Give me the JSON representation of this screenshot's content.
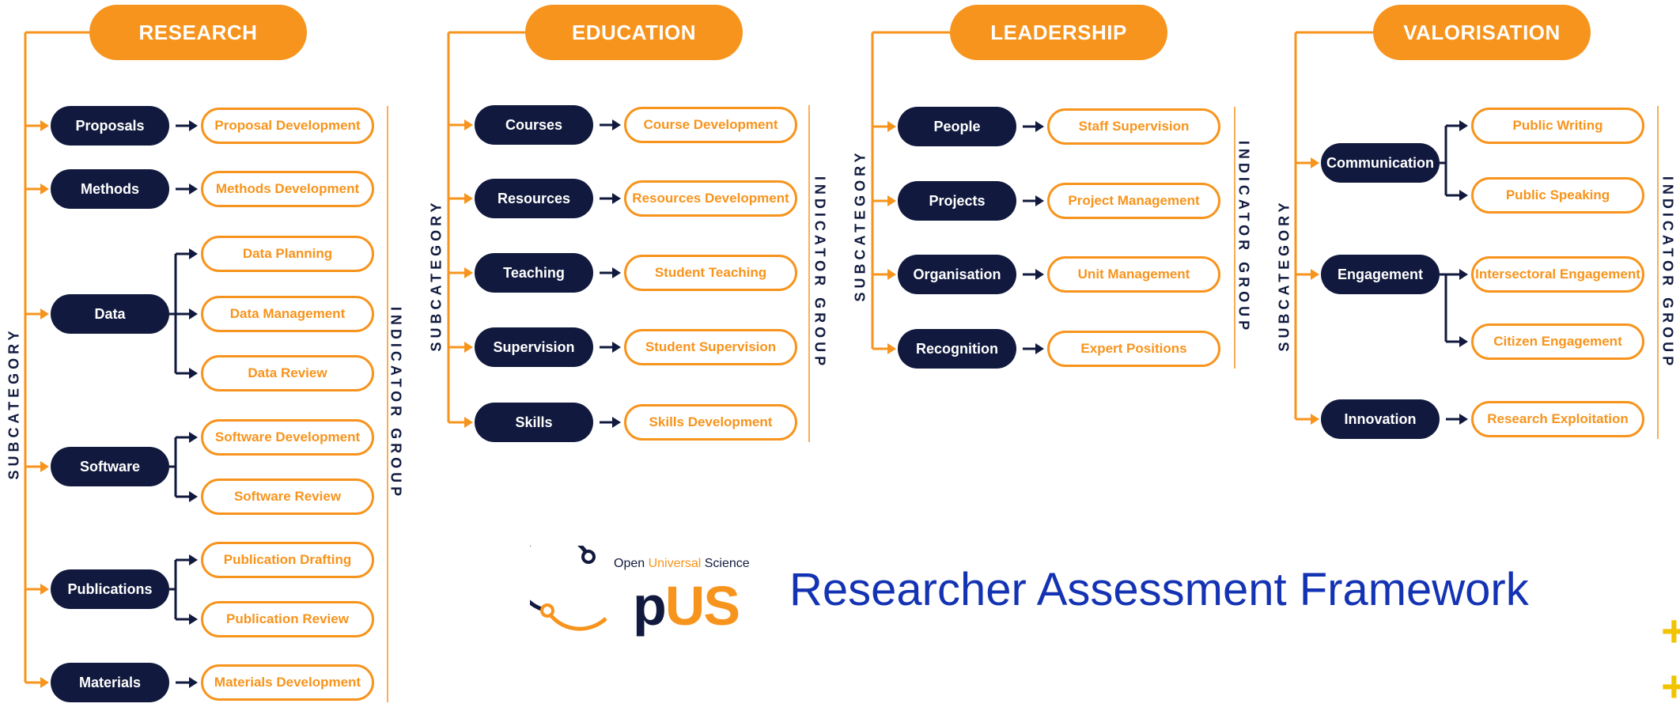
{
  "colors": {
    "orange": "#f7941d",
    "navy": "#111a3e",
    "title": "#1433b3",
    "plus": "#f2c300"
  },
  "labels": {
    "subcategory": "SUBCATEGORY",
    "indicator_group": "INDICATOR GROUP"
  },
  "categories": [
    {
      "title": "RESEARCH",
      "subcategories": [
        {
          "name": "Proposals",
          "indicators": [
            "Proposal Development"
          ]
        },
        {
          "name": "Methods",
          "indicators": [
            "Methods Development"
          ]
        },
        {
          "name": "Data",
          "indicators": [
            "Data Planning",
            "Data Management",
            "Data Review"
          ]
        },
        {
          "name": "Software",
          "indicators": [
            "Software Development",
            "Software Review"
          ]
        },
        {
          "name": "Publications",
          "indicators": [
            "Publication Drafting",
            "Publication Review"
          ]
        },
        {
          "name": "Materials",
          "indicators": [
            "Materials Development"
          ]
        }
      ]
    },
    {
      "title": "EDUCATION",
      "subcategories": [
        {
          "name": "Courses",
          "indicators": [
            "Course Development"
          ]
        },
        {
          "name": "Resources",
          "indicators": [
            "Resources Development"
          ]
        },
        {
          "name": "Teaching",
          "indicators": [
            "Student Teaching"
          ]
        },
        {
          "name": "Supervision",
          "indicators": [
            "Student Supervision"
          ]
        },
        {
          "name": "Skills",
          "indicators": [
            "Skills Development"
          ]
        }
      ]
    },
    {
      "title": "LEADERSHIP",
      "subcategories": [
        {
          "name": "People",
          "indicators": [
            "Staff Supervision"
          ]
        },
        {
          "name": "Projects",
          "indicators": [
            "Project Management"
          ]
        },
        {
          "name": "Organisation",
          "indicators": [
            "Unit Management"
          ]
        },
        {
          "name": "Recognition",
          "indicators": [
            "Expert Positions"
          ]
        }
      ]
    },
    {
      "title": "VALORISATION",
      "subcategories": [
        {
          "name": "Communication",
          "indicators": [
            "Public Writing",
            "Public Speaking"
          ]
        },
        {
          "name": "Engagement",
          "indicators": [
            "Intersectoral Engagement",
            "Citizen Engagement"
          ]
        },
        {
          "name": "Innovation",
          "indicators": [
            "Research Exploitation"
          ]
        }
      ]
    }
  ],
  "logo": {
    "prefix": "Open ",
    "highlight": "Universal",
    "suffix": " Science",
    "big_start": "p",
    "big_end": "US"
  },
  "footer_title": "Researcher Assessment Framework",
  "decor": {
    "plus": "+"
  }
}
